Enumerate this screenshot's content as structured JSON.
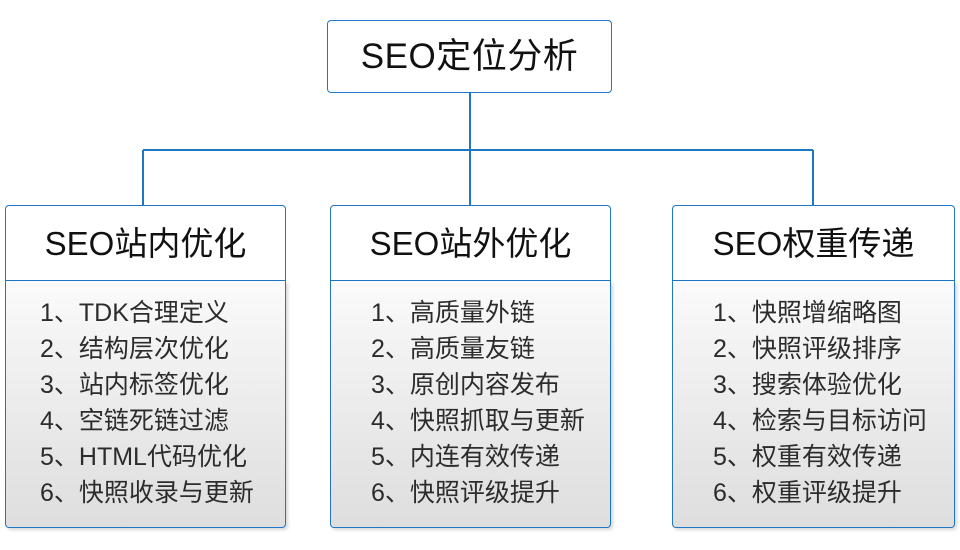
{
  "diagram": {
    "type": "org-chart",
    "accent_color": "#1f76c4",
    "text_color": "#111111",
    "body_fill_top": "#fbfbfb",
    "body_fill_bottom": "#dedede",
    "root": {
      "label": "SEO定位分析"
    },
    "branches": [
      {
        "title": "SEO站内优化",
        "items": [
          "1、TDK合理定义",
          "2、结构层次优化",
          "3、站内标签优化",
          "4、空链死链过滤",
          "5、HTML代码优化",
          "6、快照收录与更新"
        ]
      },
      {
        "title": "SEO站外优化",
        "items": [
          "1、高质量外链",
          "2、高质量友链",
          "3、原创内容发布",
          "4、快照抓取与更新",
          "5、内连有效传递",
          "6、快照评级提升"
        ]
      },
      {
        "title": "SEO权重传递",
        "items": [
          "1、快照增缩略图",
          "2、快照评级排序",
          "3、搜索体验优化",
          "4、检索与目标访问",
          "5、权重有效传递",
          "6、权重评级提升"
        ]
      }
    ]
  }
}
